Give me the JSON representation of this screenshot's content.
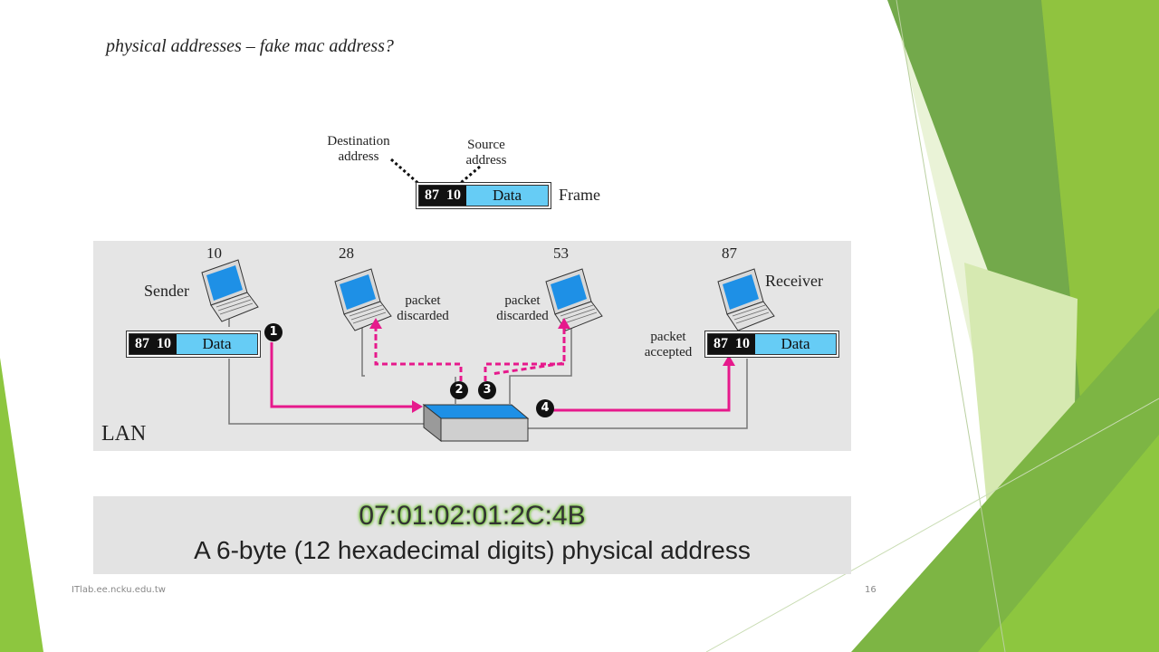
{
  "slide": {
    "title": "physical addresses – fake mac address?",
    "footer_left": "ITlab.ee.ncku.edu.tw",
    "page_number": "16"
  },
  "frame_legend": {
    "destination_label_line1": "Destination",
    "destination_label_line2": "address",
    "source_label_line1": "Source",
    "source_label_line2": "address",
    "dest_value": "87",
    "src_value": "10",
    "data_label": "Data",
    "frame_label": "Frame"
  },
  "lan": {
    "label": "LAN",
    "stations": [
      {
        "address": "10",
        "role": "Sender"
      },
      {
        "address": "28",
        "status_line1": "packet",
        "status_line2": "discarded"
      },
      {
        "address": "53",
        "status_line1": "packet",
        "status_line2": "discarded"
      },
      {
        "address": "87",
        "role": "Receiver",
        "status_line1": "packet",
        "status_line2": "accepted"
      }
    ],
    "sender_frame": {
      "dest": "87",
      "src": "10",
      "data": "Data"
    },
    "receiver_frame": {
      "dest": "87",
      "src": "10",
      "data": "Data"
    },
    "steps": [
      "1",
      "2",
      "3",
      "4"
    ],
    "arrow_color": "#e6198c",
    "screen_color": "#1e90e6"
  },
  "address_example": {
    "mac": "07:01:02:01:2C:4B",
    "description": "A 6-byte (12 hexadecimal digits) physical address"
  },
  "theme": {
    "accent_green": "#8dc63f",
    "dark_green": "#5f9e3c"
  }
}
